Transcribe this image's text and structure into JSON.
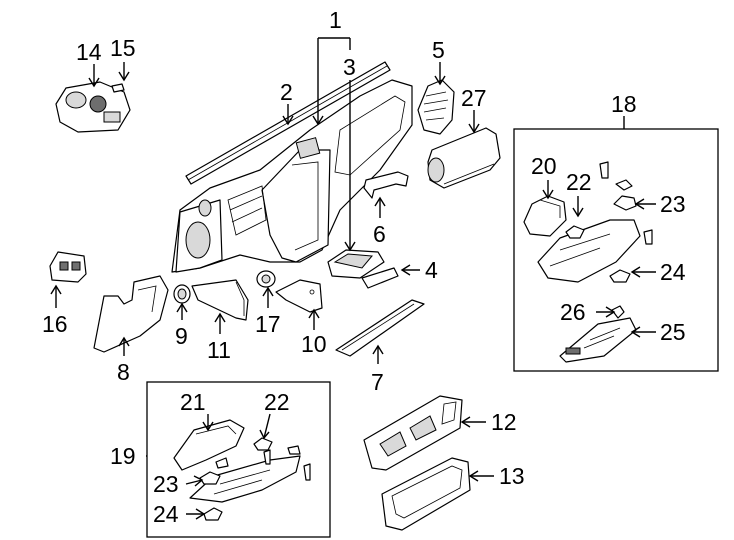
{
  "callouts": [
    {
      "id": "1",
      "text": "1"
    },
    {
      "id": "2",
      "text": "2"
    },
    {
      "id": "3",
      "text": "3"
    },
    {
      "id": "4",
      "text": "4"
    },
    {
      "id": "5",
      "text": "5"
    },
    {
      "id": "6",
      "text": "6"
    },
    {
      "id": "7",
      "text": "7"
    },
    {
      "id": "8",
      "text": "8"
    },
    {
      "id": "9",
      "text": "9"
    },
    {
      "id": "10",
      "text": "10"
    },
    {
      "id": "11",
      "text": "11"
    },
    {
      "id": "12",
      "text": "12"
    },
    {
      "id": "13",
      "text": "13"
    },
    {
      "id": "14",
      "text": "14"
    },
    {
      "id": "15",
      "text": "15"
    },
    {
      "id": "16",
      "text": "16"
    },
    {
      "id": "17",
      "text": "17"
    },
    {
      "id": "18",
      "text": "18"
    },
    {
      "id": "19",
      "text": "19"
    },
    {
      "id": "20",
      "text": "20"
    },
    {
      "id": "21",
      "text": "21"
    },
    {
      "id": "22a",
      "text": "22"
    },
    {
      "id": "22b",
      "text": "22"
    },
    {
      "id": "23a",
      "text": "23"
    },
    {
      "id": "23b",
      "text": "23"
    },
    {
      "id": "24a",
      "text": "24"
    },
    {
      "id": "24b",
      "text": "24"
    },
    {
      "id": "25",
      "text": "25"
    },
    {
      "id": "26",
      "text": "26"
    },
    {
      "id": "27",
      "text": "27"
    }
  ]
}
